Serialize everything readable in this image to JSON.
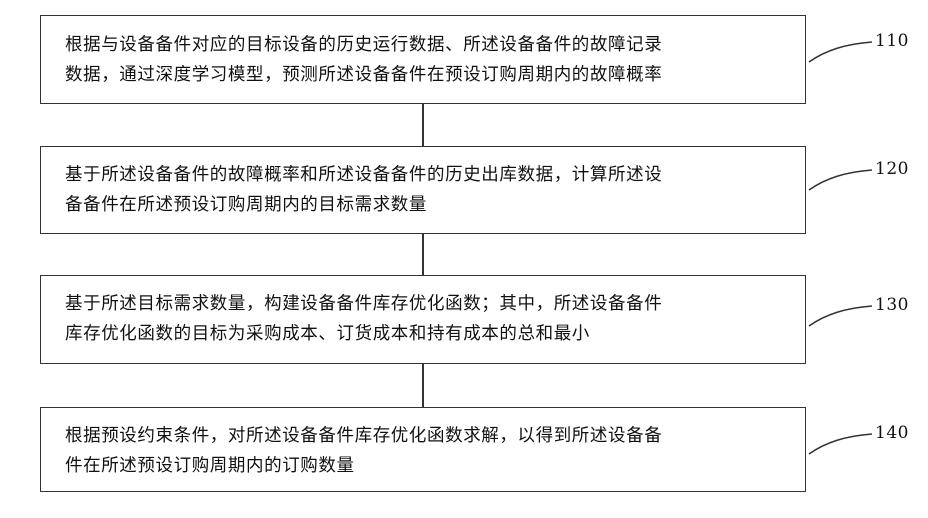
{
  "steps": [
    {
      "ref": "110",
      "line1": "根据与设备备件对应的目标设备的历史运行数据、所述设备备件的故障记录",
      "line2": "数据，通过深度学习模型，预测所述设备备件在预设订购周期内的故障概率"
    },
    {
      "ref": "120",
      "line1": "基于所述设备备件的故障概率和所述设备备件的历史出库数据，计算所述设",
      "line2": "备备件在所述预设订购周期内的目标需求数量"
    },
    {
      "ref": "130",
      "line1": "基于所述目标需求数量，构建设备备件库存优化函数；其中，所述设备备件",
      "line2": "库存优化函数的目标为采购成本、订货成本和持有成本的总和最小"
    },
    {
      "ref": "140",
      "line1": "根据预设约束条件，对所述设备备件库存优化函数求解，以得到所述设备备",
      "line2": "件在所述预设订购周期内的订购数量"
    }
  ]
}
